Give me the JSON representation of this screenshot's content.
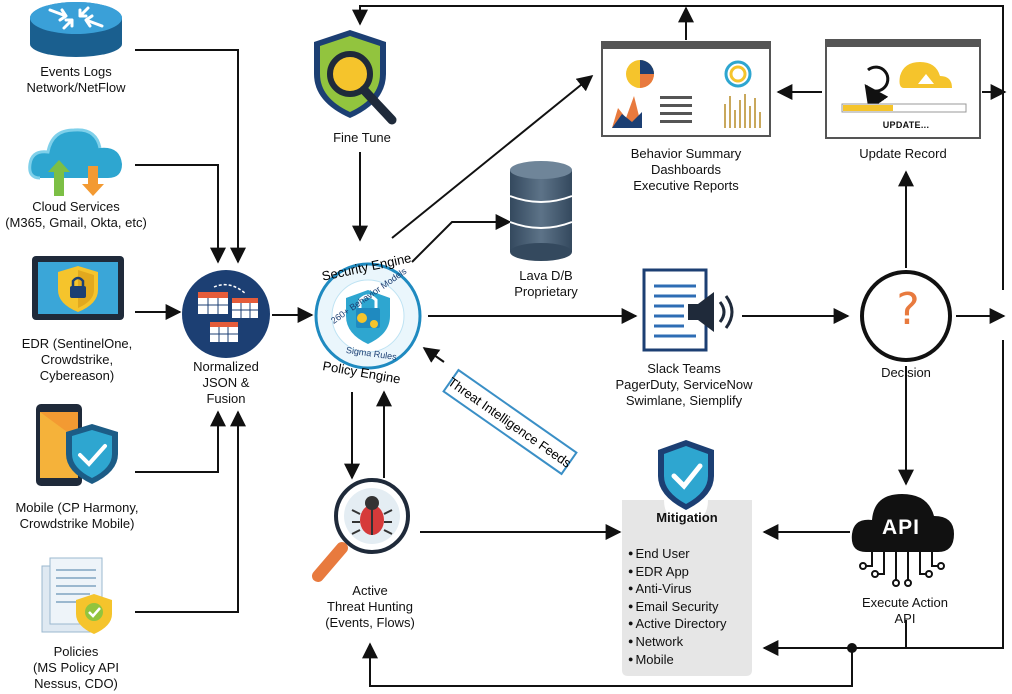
{
  "nodes": {
    "events": [
      "Events Logs",
      "Network/NetFlow"
    ],
    "cloud": [
      "Cloud Services",
      "(M365, Gmail, Okta, etc)"
    ],
    "edr": [
      "EDR (SentinelOne,",
      "Crowdstrike,",
      "Cybereason)"
    ],
    "mobile": [
      "Mobile (CP Harmony,",
      "Crowdstrike Mobile)"
    ],
    "policies": [
      "Policies",
      "(MS Policy API",
      "Nessus, CDO)"
    ],
    "normalized": [
      "Normalized",
      "JSON  &",
      "Fusion"
    ],
    "fine_tune": [
      "Fine Tune"
    ],
    "engine": {
      "top": "Security Engine",
      "bottom": "Policy Engine",
      "ring_top": "260+ Behavior Models",
      "ring_bottom": "Sigma Rules"
    },
    "threat_feeds": "Threat Intelligence Feeds",
    "hunting": [
      "Active",
      "Threat Hunting",
      "(Events, Flows)"
    ],
    "lava": [
      "Lava D/B",
      "Proprietary"
    ],
    "dashboards": [
      "Behavior Summary",
      "Dashboards",
      "Executive Reports"
    ],
    "update_record": [
      "Update Record"
    ],
    "update_screen_text": "UPDATE...",
    "notify": [
      "Slack Teams",
      "PagerDuty, ServiceNow",
      "Swimlane, Siemplify"
    ],
    "decision": [
      "Decision"
    ],
    "decision_symbol": "?",
    "api_badge": "API",
    "execute": [
      "Execute Action",
      "API"
    ],
    "mitigation": {
      "title": "Mitigation",
      "items": [
        "End User",
        "EDR App",
        "Anti-Virus",
        "Email Security",
        "Active Directory",
        "Network",
        "Mobile"
      ]
    }
  },
  "icons": {
    "events": "router-icon",
    "cloud": "cloud-sync-icon",
    "edr": "tablet-shield-lock-icon",
    "mobile": "phone-shield-check-icon",
    "policies": "documents-badge-icon",
    "normalized": "table-fusion-icon",
    "fine_tune": "shield-magnifier-icon",
    "engine": "shield-gears-icon",
    "hunting": "bug-magnifier-icon",
    "lava": "database-icon",
    "dashboards": "dashboard-screen-icon",
    "update_record": "update-screen-icon",
    "notify": "document-speaker-icon",
    "decision": "question-circle-icon",
    "mitigation": "shield-check-icon",
    "execute": "api-cloud-icon"
  },
  "colors": {
    "navy": "#1c3f73",
    "light_blue": "#1f8ac0",
    "cloud_blue": "#2ea6d0",
    "yellow": "#f5c42c",
    "orange": "#e87a3e",
    "green": "#7cbf45",
    "teal_shield": "#1c6b8f",
    "arrow": "#111111",
    "mitigation_bg": "#e6e6e6",
    "feed_border": "#3a8fc6",
    "shield_green": "#92c43e"
  }
}
